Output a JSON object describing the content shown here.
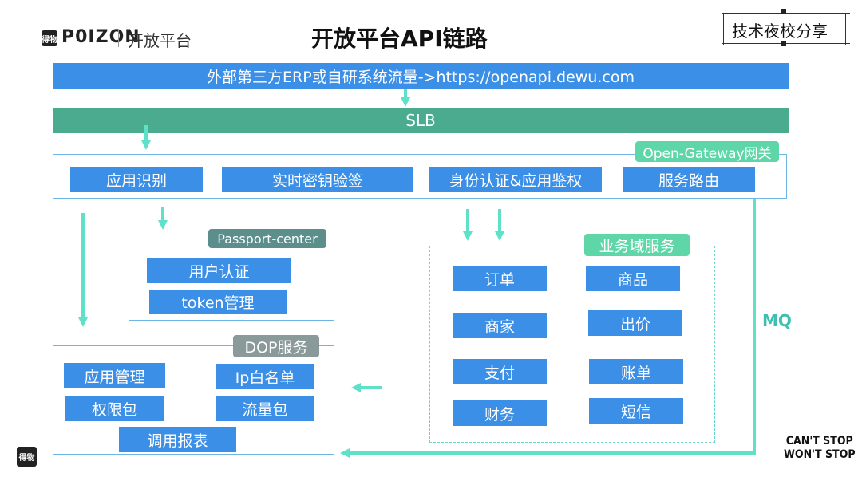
{
  "header": {
    "brand": "P0IZON",
    "brand_icon": "得物",
    "platform": "开放平台",
    "title": "开放平台API链路",
    "badge": "技术夜校分享"
  },
  "top_bar": "外部第三方ERP或自研系统流量->https://openapi.dewu.com",
  "slb": "SLB",
  "gateway": {
    "tag": "Open-Gateway网关",
    "items": [
      "应用识别",
      "实时密钥验签",
      "身份认证&应用鉴权",
      "服务路由"
    ]
  },
  "passport": {
    "tag": "Passport-center",
    "items": [
      "用户认证",
      "token管理"
    ]
  },
  "business": {
    "tag": "业务域服务",
    "items": [
      "订单",
      "商品",
      "商家",
      "出价",
      "支付",
      "账单",
      "财务",
      "短信"
    ]
  },
  "dop": {
    "tag": "DOP服务",
    "items": [
      "应用管理",
      "Ip白名单",
      "权限包",
      "流量包",
      "调用报表"
    ]
  },
  "mq_label": "MQ",
  "footer": {
    "logo": "得物",
    "slogan_line1": "CAN'T STOP",
    "slogan_line2": "WON'T STOP"
  },
  "colors": {
    "blue": "#3b8fe6",
    "green": "#4aab8f",
    "arrow": "#5fe0c8",
    "tag_green": "#5fd6a8",
    "tag_gray": "#8a9a9a"
  }
}
